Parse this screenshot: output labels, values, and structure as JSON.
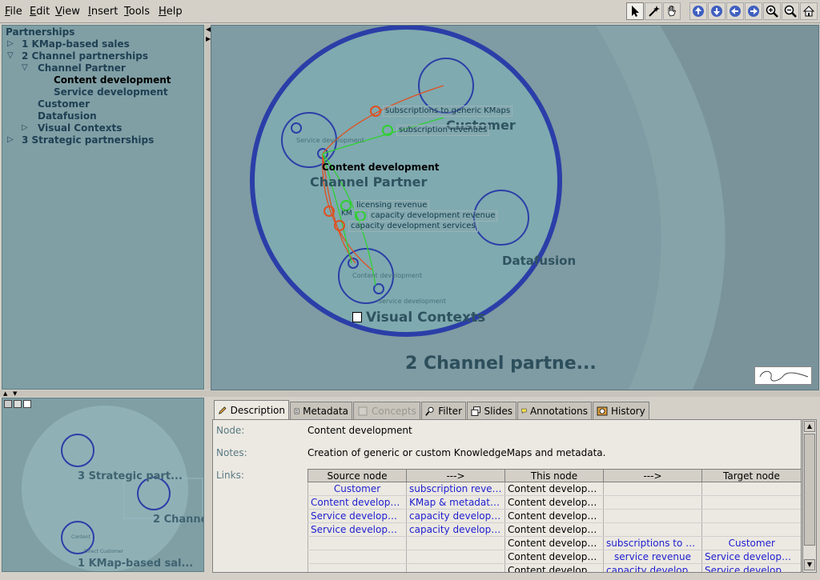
{
  "menu": [
    {
      "label": "File",
      "mnemonic": "F"
    },
    {
      "label": "Edit",
      "mnemonic": "E"
    },
    {
      "label": "View",
      "mnemonic": "V"
    },
    {
      "label": "Insert",
      "mnemonic": "I"
    },
    {
      "label": "Tools",
      "mnemonic": "T"
    },
    {
      "label": "Help",
      "mnemonic": "H"
    }
  ],
  "toolbar": [
    "pointer-icon",
    "magic-wand-icon",
    "hand-pan-icon",
    "navigate-up-icon",
    "navigate-down-icon",
    "navigate-left-icon",
    "navigate-right-icon",
    "zoom-in-icon",
    "zoom-out-icon",
    "home-icon"
  ],
  "tree": {
    "root": "Partnerships",
    "items": [
      {
        "label": "1 KMap-based sales",
        "expanded": false
      },
      {
        "label": "2 Channel partnerships",
        "expanded": true
      },
      {
        "label": "Channel Partner",
        "expanded": true
      },
      {
        "label": "Content development",
        "selected": true
      },
      {
        "label": "Service development"
      },
      {
        "label": "Customer"
      },
      {
        "label": "Datafusion"
      },
      {
        "label": "Visual Contexts",
        "expanded": false
      },
      {
        "label": "3 Strategic partnerships",
        "expanded": false
      }
    ]
  },
  "map": {
    "title": "2 Channel partne...",
    "nodes": {
      "customer": "Customer",
      "channel_partner": "Channel Partner",
      "datafusion": "Datafusion",
      "visual_contexts": "Visual Contexts",
      "focus_label": "Content development",
      "service_dev_small": "Service development",
      "content_dev_small": "Content development",
      "service_dev_small2": "Service development",
      "kmap_fragment": "KM"
    },
    "links": [
      "subscriptions to generic KMaps",
      "subscription revenues",
      "licensing revenue",
      "capacity development revenue",
      "capacity development services"
    ],
    "colors": {
      "map_bg": "#7f9ba3",
      "circle": "#2b3ea8",
      "red_link": "#e05020",
      "green_link": "#30d030"
    }
  },
  "overview": {
    "labels": [
      "3 Strategic part...",
      "2 Channe",
      "1 KMap-based sal..."
    ],
    "tiny": [
      "Content",
      "Direct Customer"
    ]
  },
  "tabs": [
    {
      "label": "Description",
      "icon": "pencil-icon",
      "active": true
    },
    {
      "label": "Metadata",
      "icon": "document-icon"
    },
    {
      "label": "Concepts",
      "icon": "concepts-icon",
      "disabled": true
    },
    {
      "label": "Filter",
      "icon": "magnifier-icon"
    },
    {
      "label": "Slides",
      "icon": "slides-icon"
    },
    {
      "label": "Annotations",
      "icon": "note-icon"
    },
    {
      "label": "History",
      "icon": "history-icon"
    }
  ],
  "details": {
    "node_label": "Node:",
    "node_value": "Content development",
    "notes_label": "Notes:",
    "notes_value": "Creation of generic or custom KnowledgeMaps and metadata.",
    "links_label": "Links:",
    "columns": [
      "Source node",
      "--->",
      "This node",
      "--->",
      "Target node"
    ],
    "rows": [
      [
        "Customer",
        "subscription revenu...",
        "Content development",
        "",
        ""
      ],
      [
        "Content development",
        "KMap & metadata li...",
        "Content development",
        "",
        ""
      ],
      [
        "Service development",
        "capacity developme...",
        "Content development",
        "",
        ""
      ],
      [
        "Service development",
        "capacity developme...",
        "Content development",
        "",
        ""
      ],
      [
        "",
        "",
        "Content development",
        "subscriptions to ge...",
        "Customer"
      ],
      [
        "",
        "",
        "Content development",
        "service revenue",
        "Service development"
      ],
      [
        "",
        "",
        "Content development",
        "capacity developme...",
        "Service development"
      ]
    ]
  }
}
